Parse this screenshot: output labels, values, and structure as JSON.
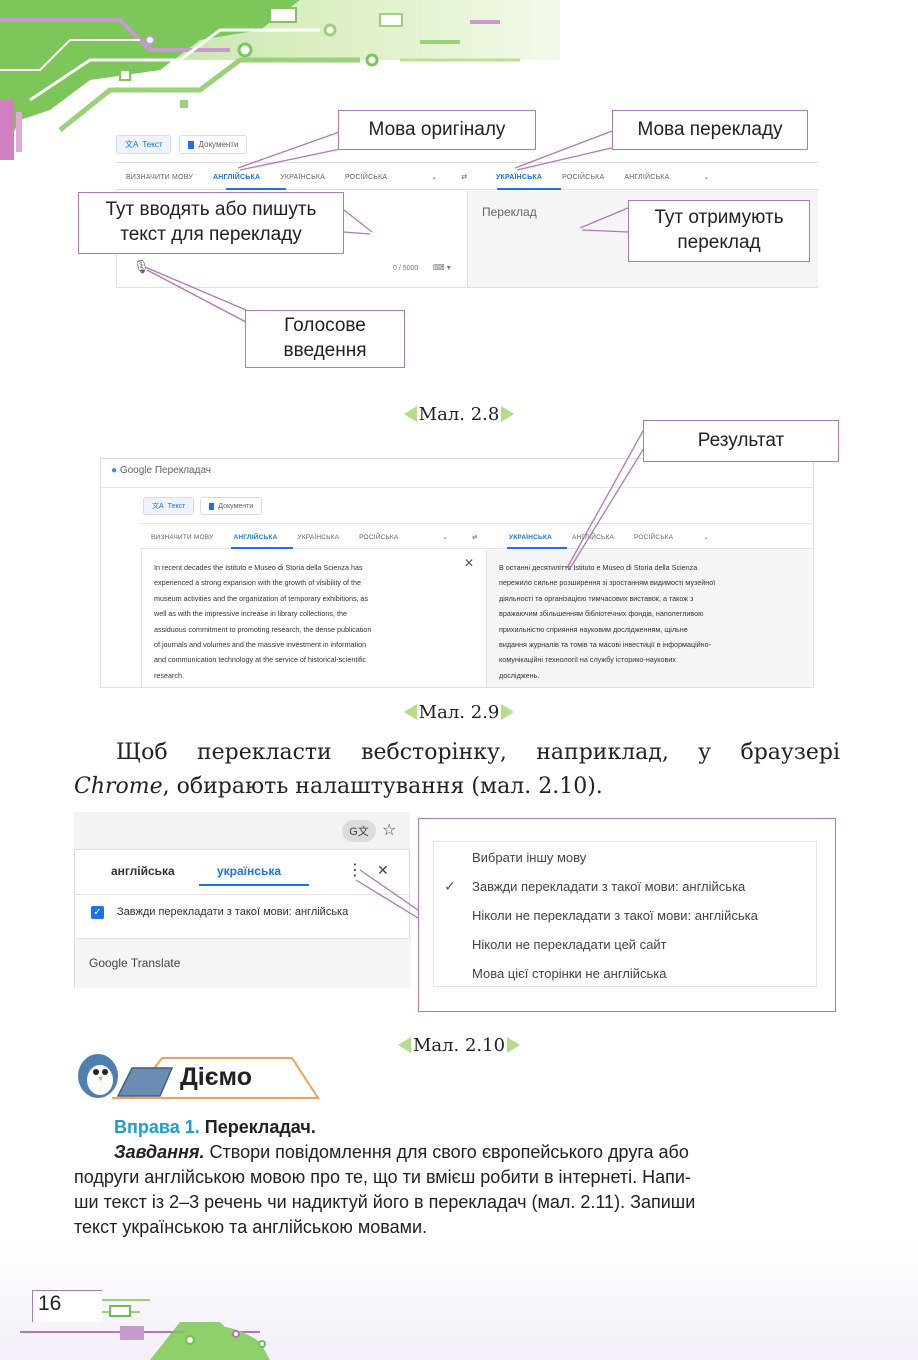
{
  "fig8": {
    "tab_text": "Текст",
    "tab_docs": "Документи",
    "src_langs": [
      "ВИЗНАЧИТИ МОВУ",
      "АНГЛІЙСЬКА",
      "УКРАЇНСЬКА",
      "РОСІЙСЬКА"
    ],
    "tgt_langs": [
      "УКРАЇНСЬКА",
      "РОСІЙСЬКА",
      "АНГЛІЙСЬКА"
    ],
    "output_placeholder": "Переклад",
    "char_counter": "0 / 5000",
    "callout_source_lang": "Мова оригіналу",
    "callout_target_lang": "Мова перекладу",
    "callout_input_line1": "Тут вводять або пишуть",
    "callout_input_line2": "текст для перекладу",
    "callout_output_line1": "Тут отримують",
    "callout_output_line2": "переклад",
    "callout_voice_line1": "Голосове",
    "callout_voice_line2": "введення",
    "caption": "Мал. 2.8"
  },
  "fig9": {
    "app_title": "Google Перекладач",
    "tab_text": "Текст",
    "tab_docs": "Документи",
    "src_langs": [
      "ВИЗНАЧИТИ МОВУ",
      "АНГЛІЙСЬКА",
      "УКРАЇНСЬКА",
      "РОСІЙСЬКА"
    ],
    "tgt_langs": [
      "УКРАЇНСЬКА",
      "АНГЛІЙСЬКА",
      "РОСІЙСЬКА"
    ],
    "source_lines": [
      "In recent decades the Istituto e Museo di Storia della Scienza has",
      "experienced a strong expansion with the growth of visibility of the",
      "museum activities and the organization of temporary exhibitions, as",
      "well as with the impressive increase in library collections, the",
      "assiduous commitment to promoting research, the dense publication",
      "of journals and volumes and the massive investment in information",
      "and communication technology at the service of historical-scientific",
      "research."
    ],
    "result_lines": [
      "В останні десятиліття Istituto e Museo di Storia della Scienza",
      "пережило сильне розширення зі зростанням видимості музейної",
      "діяльності та організацією тимчасових виставок, а також з",
      "вражаючим збільшенням бібліотечних фондів, наполегливою",
      "прихильністю сприяння науковим дослідженням, щільне",
      "видання журналів та томів та масові інвестиції в інформаційно-",
      "комунікаційні технології на службу історико-наукових",
      "досліджень."
    ],
    "callout_result": "Результат",
    "caption": "Мал. 2.9"
  },
  "paragraph": {
    "part1": "Щоб перекласти вебсторінку, наприклад, у браузері ",
    "chrome": "Chrome",
    "part2": ", обирають налаштування (мал. 2.10)."
  },
  "fig10": {
    "tab_source": "англійська",
    "tab_target": "українська",
    "checkbox_label": "Завжди перекладати з такої мови: англійська",
    "footer": "Google Translate",
    "menu_items": [
      "Вибрати іншу мову",
      "Завжди перекладати з такої мови: англійська",
      "Ніколи не перекладати з такої мови: англійська",
      "Ніколи не перекладати цей сайт",
      "Мова цієї сторінки не англійська"
    ],
    "caption": "Мал. 2.10"
  },
  "section": {
    "title": "Діємо"
  },
  "exercise": {
    "label": "Вправа 1.",
    "name": "Перекладач.",
    "task_label": "Завдання.",
    "line1": " Створи повідомлення для свого європейського друга або",
    "line2": "подруги англійською мовою про те, що ти вмієш робити в інтернеті. Напи-",
    "line3": "ши текст із 2–3 речень чи надиктуй його в перекладач (мал. 2.11). Запиши",
    "line4": "текст українською та англійською мовами."
  },
  "page_number": "16",
  "colors": {
    "accent_purple": "#b07ab8",
    "accent_blue": "#1a73e8",
    "exercise_label": "#1a9fd8",
    "caption_arrow": "#b5dc8a",
    "section_orange": "#f0a15a"
  }
}
